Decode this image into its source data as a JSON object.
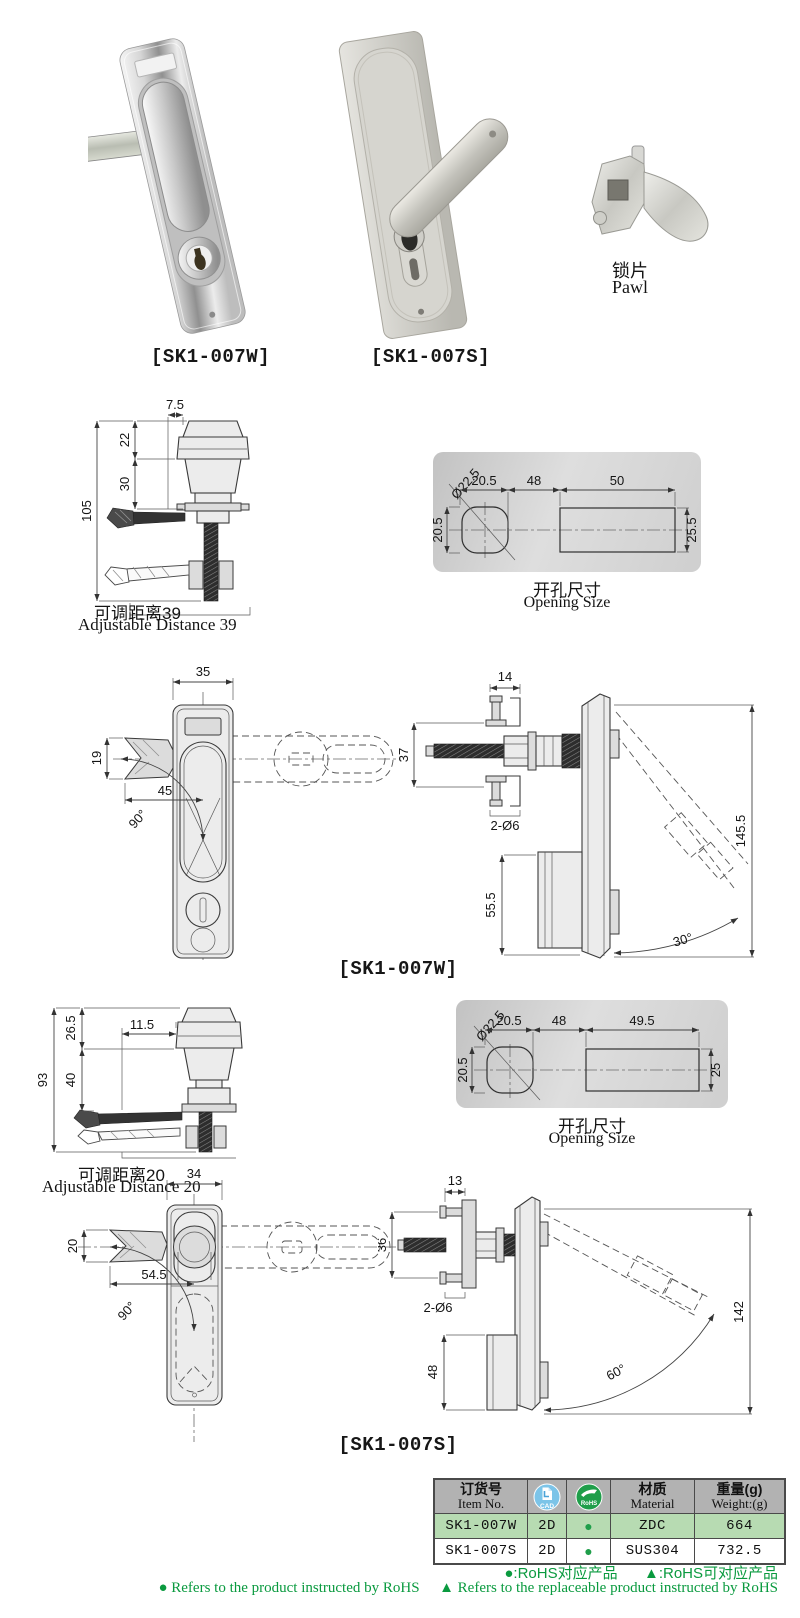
{
  "products": {
    "w": {
      "caption": "[SK1-007W]"
    },
    "s": {
      "caption": "[SK1-007S]"
    },
    "pawl": {
      "label_cn": "锁片",
      "label_en": "Pawl"
    }
  },
  "w_adjust": {
    "dim_offset": "7.5",
    "dim_cap": "22",
    "dim_neck": "30",
    "dim_total": "105",
    "note_cn": "可调距离39",
    "note_en": "Adjustable Distance 39"
  },
  "w_opening": {
    "dia": "Ø22.5",
    "hole_w": "20.5",
    "gap": "48",
    "rect_w": "50",
    "hole_h": "20.5",
    "rect_h": "25.5",
    "label_cn": "开孔尺寸",
    "label_en": "Opening Size"
  },
  "w_front": {
    "plate_w": "35",
    "pawl_h": "19",
    "reach": "45",
    "swing": "90°"
  },
  "w_side": {
    "stud_w": "14",
    "grip": "37",
    "holes": "2-Ø6",
    "body_h": "55.5",
    "total_h": "145.5",
    "open_angle": "30°"
  },
  "w_caption": "[SK1-007W]",
  "s_adjust": {
    "dim_offset": "11.5",
    "dim_cap": "26.5",
    "dim_neck": "40",
    "dim_total": "93",
    "note_cn": "可调距离20",
    "note_en": "Adjustable Distance 20"
  },
  "s_opening": {
    "dia": "Ø22.5",
    "hole_w": "20.5",
    "gap": "48",
    "rect_w": "49.5",
    "hole_h": "20.5",
    "rect_h": "25",
    "label_cn": "开孔尺寸",
    "label_en": "Opening Size"
  },
  "s_front": {
    "plate_w": "34",
    "pawl_h": "20",
    "reach": "54.5",
    "swing": "90°"
  },
  "s_side": {
    "stud_w": "13",
    "grip": "36",
    "holes": "2-Ø6",
    "body_h": "48",
    "total_h": "142",
    "open_angle": "60°"
  },
  "s_caption": "[SK1-007S]",
  "table": {
    "header": {
      "item_cn": "订货号",
      "item_en": "Item No.",
      "cad_badge": "CAD",
      "rohs_badge": "RoHS",
      "material_cn": "材质",
      "material_en": "Material",
      "weight_cn": "重量(g)",
      "weight_en": "Weight:(g)"
    },
    "rows": [
      {
        "item": "SK1-007W",
        "cad": "2D",
        "rohs_mark": "●",
        "material": "ZDC",
        "weight": "664"
      },
      {
        "item": "SK1-007S",
        "cad": "2D",
        "rohs_mark": "●",
        "material": "SUS304",
        "weight": "732.5"
      }
    ]
  },
  "footer": {
    "cn_dot_full": "●:RoHS对应产品",
    "cn_tri_full": "▲:RoHS可对应产品",
    "dot": "●",
    "tri": "▲",
    "en_dot": "Refers to the product instructed by RoHS",
    "en_tri": "Refers to the replaceable product instructed by RoHS"
  },
  "colors": {
    "green": "#0a9a3f",
    "table-header-bg": "#b2b2b2",
    "row-green": "#b7dbb2",
    "cad-blue": "#7cc4e8",
    "rohs-green": "#1f9e4a",
    "line": "#3a3a3a"
  }
}
